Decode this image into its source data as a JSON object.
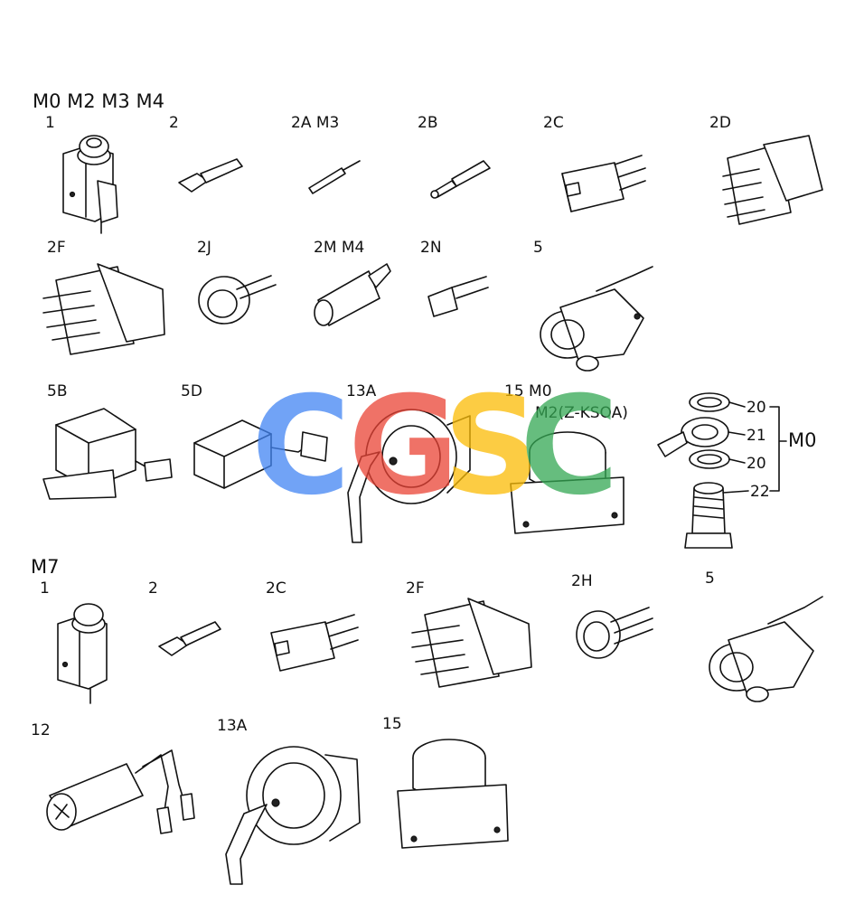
{
  "groups": {
    "group_a": "M0 M2 M3 M4",
    "group_b": "M7"
  },
  "parts_a": {
    "p1": "1",
    "p2": "2",
    "p2a": "2A M3",
    "p2b": "2B",
    "p2c": "2C",
    "p2d": "2D",
    "p2f": "2F",
    "p2j": "2J",
    "p2m": "2M M4",
    "p2n": "2N",
    "p5": "5",
    "p5b": "5B",
    "p5d": "5D",
    "p13a": "13A",
    "p15": "15 M0",
    "p15_sub": "M2(Z-KSOA)"
  },
  "banjo": {
    "c20_top": "20",
    "c21": "21",
    "c20_bottom": "20",
    "c22": "22",
    "bracket_label": "M0"
  },
  "parts_b": {
    "p1": "1",
    "p2": "2",
    "p2c": "2C",
    "p2f": "2F",
    "p2h": "2H",
    "p5": "5",
    "p12": "12",
    "p13a": "13A",
    "p15": "15"
  },
  "watermark": {
    "letters": [
      "C",
      "G",
      "S",
      "C"
    ],
    "colors": [
      "#4285f4",
      "#ea4335",
      "#fbbc05",
      "#34a853"
    ]
  }
}
